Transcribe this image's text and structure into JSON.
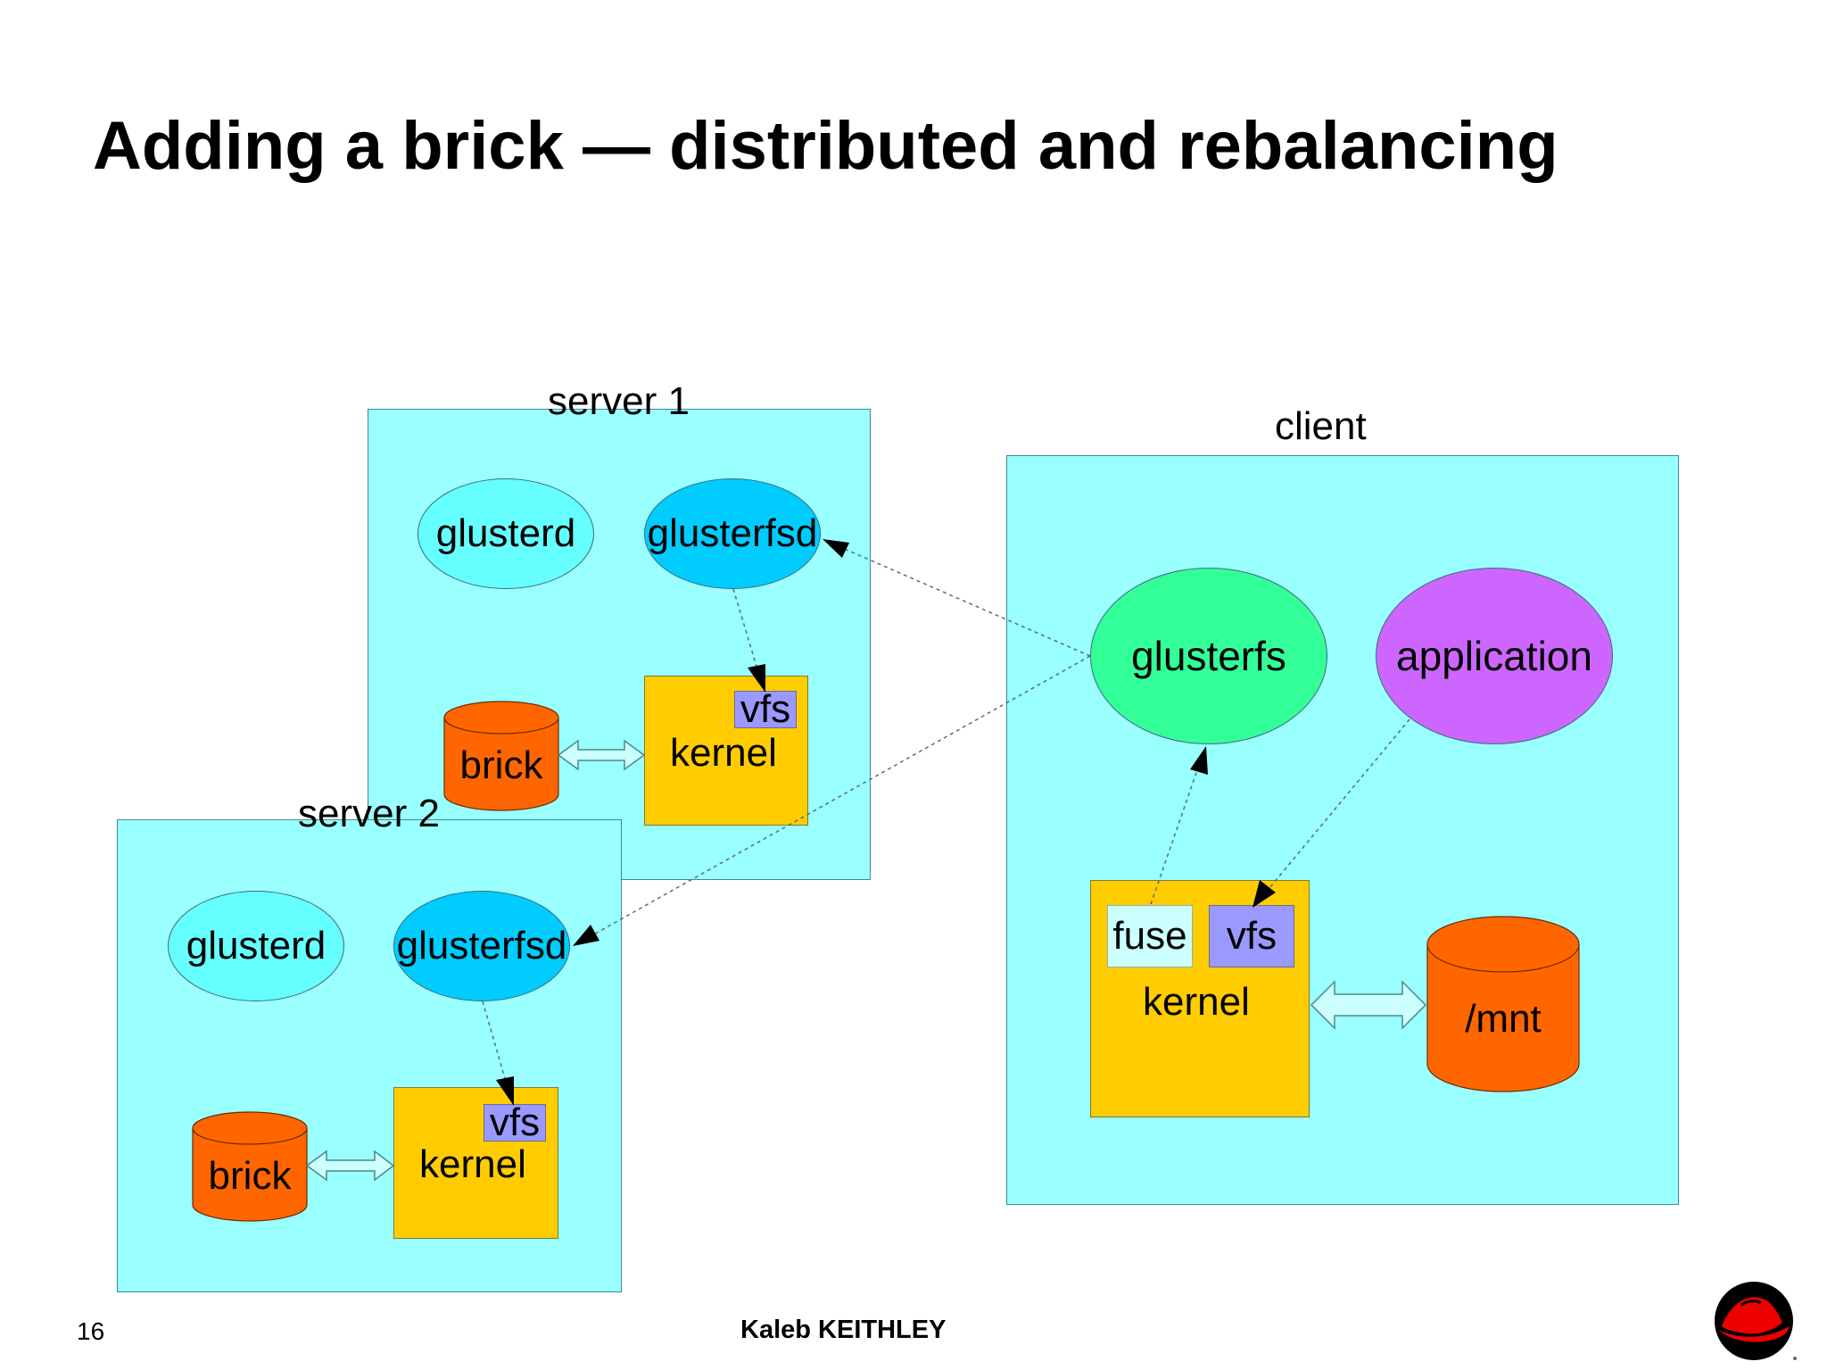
{
  "slide": {
    "title": "Adding a brick — distributed and rebalancing",
    "page_number": "16",
    "author": "Kaleb KEITHLEY"
  },
  "server1": {
    "label": "server 1",
    "glusterd": "glusterd",
    "glusterfsd": "glusterfsd",
    "brick": "brick",
    "kernel": "kernel",
    "vfs": "vfs"
  },
  "server2": {
    "label": "server 2",
    "glusterd": "glusterd",
    "glusterfsd": "glusterfsd",
    "brick": "brick",
    "kernel": "kernel",
    "vfs": "vfs"
  },
  "client": {
    "label": "client",
    "glusterfs": "glusterfs",
    "application": "application",
    "fuse": "fuse",
    "vfs": "vfs",
    "kernel": "kernel",
    "mount": "/mnt"
  },
  "logo": {
    "icon": "redhat-logo-icon"
  }
}
